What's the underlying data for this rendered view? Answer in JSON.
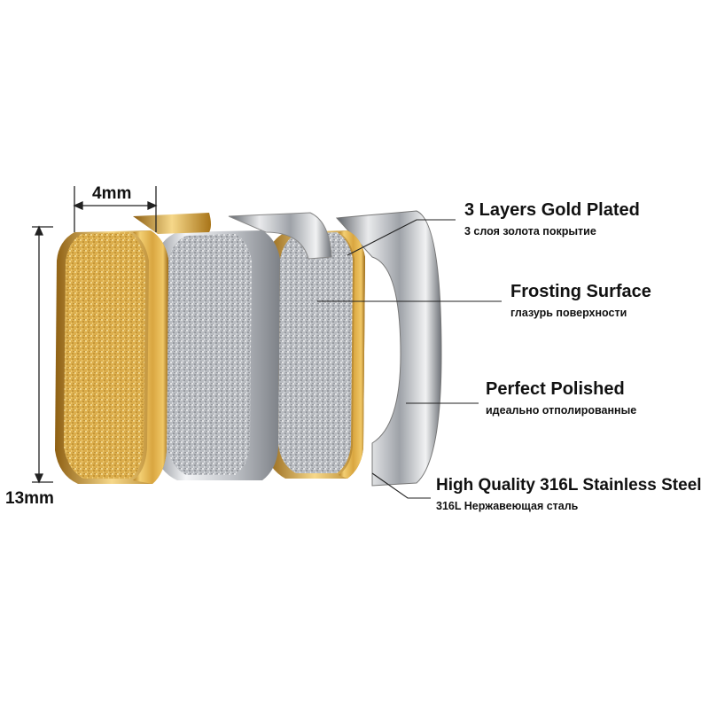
{
  "dimensions": {
    "width_label": "4mm",
    "height_label": "13mm"
  },
  "callouts": [
    {
      "title": "3 Layers Gold Plated",
      "subtitle": "3 слоя золота покрытие"
    },
    {
      "title": "Frosting Surface",
      "subtitle": "глазурь поверхности"
    },
    {
      "title": "Perfect Polished",
      "subtitle": "идеально отполированные"
    },
    {
      "title": "High Quality 316L Stainless Steel",
      "subtitle": "316L Нержавеющая сталь"
    }
  ],
  "colors": {
    "gold": "#d9a640",
    "silver": "#c9ccd0",
    "line": "#222222",
    "background": "#ffffff"
  }
}
